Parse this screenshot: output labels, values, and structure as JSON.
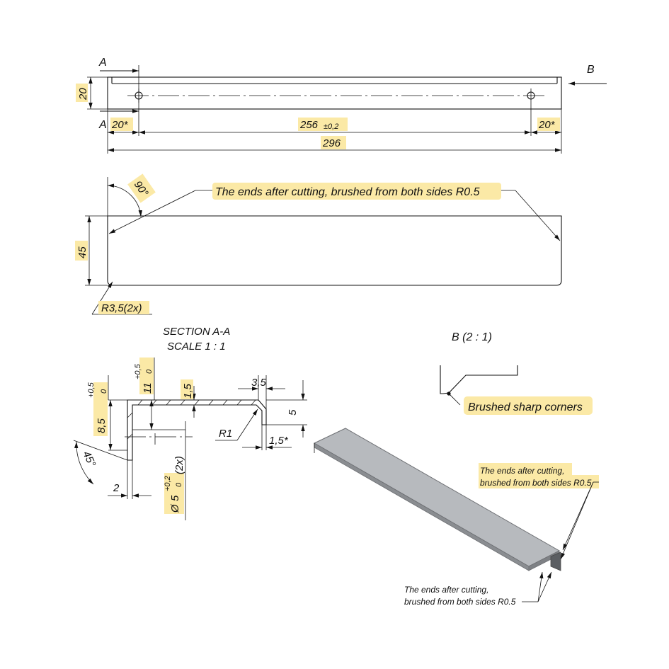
{
  "colors": {
    "highlight": "#fbe9a6",
    "line": "#111111",
    "part_fill": "#b7babe",
    "part_edge": "#6e7074"
  },
  "top_view": {
    "section_mark": "A",
    "view_mark": "B",
    "dim_height": "20",
    "dim_left_offset": "20*",
    "dim_hole_spacing": "256",
    "dim_hole_tol": "±0,2",
    "dim_right_offset": "20*",
    "dim_total": "296"
  },
  "front_view": {
    "angle": "90°",
    "note": "The ends after cutting, brushed from both sides R0.5",
    "dim_height": "45",
    "radius": "R3,5(2x)"
  },
  "section": {
    "title": "SECTION A-A",
    "scale": "SCALE 1 : 1",
    "dia_top": "8,5",
    "dia_top_tol_upper": "+0,5",
    "dia_top_tol_lower": "0",
    "depth": "11",
    "depth_tol_upper": "+0,5",
    "depth_tol_lower": "0",
    "thickness": "1,5",
    "lip": "3,5",
    "lip_height": "5",
    "inner_radius": "R1",
    "lip_thickness": "1,5*",
    "chamfer_angle": "45°",
    "wall": "2",
    "hole_dia": "5",
    "hole_tol_upper": "+0,2",
    "hole_tol_lower": "0",
    "hole_count": "(2x)"
  },
  "detail": {
    "title": "B (2 : 1)",
    "note": "Brushed sharp corners"
  },
  "iso_view": {
    "note_top_line1": "The ends after cutting,",
    "note_top_line2": "brushed from both sides R0.5",
    "note_bottom_line1": "The ends after cutting,",
    "note_bottom_line2": "brushed from both sides R0.5"
  }
}
